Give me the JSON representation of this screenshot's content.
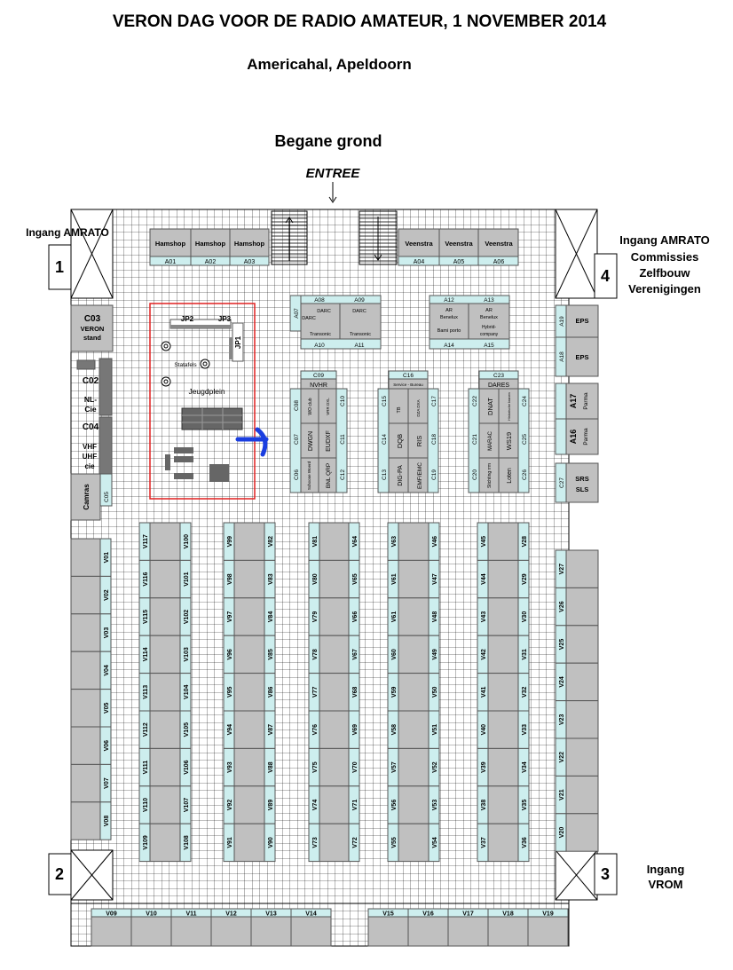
{
  "header": {
    "title": "VERON DAG VOOR DE RADIO AMATEUR, 1 NOVEMBER 2014",
    "subtitle": "Americahal, Apeldoorn",
    "floor": "Begane grond",
    "entree": "ENTREE"
  },
  "entrances": {
    "n1": "1",
    "n2": "2",
    "n3": "3",
    "n4": "4",
    "amrato_left": "Ingang AMRATO",
    "right_top": [
      "Ingang AMRATO",
      "Commissies",
      "Zelfbouw",
      "Verenigingen"
    ],
    "right_bottom": [
      "Ingang",
      "VROM"
    ]
  },
  "top_row": {
    "left": [
      "Hamshop",
      "Hamshop",
      "Hamshop"
    ],
    "left_codes": [
      "A01",
      "A02",
      "A03"
    ],
    "right": [
      "Veenstra",
      "Veenstra",
      "Veenstra"
    ],
    "right_codes": [
      "A04",
      "A05",
      "A06"
    ]
  },
  "a_blocks": {
    "a07": "A07",
    "a08": "A08",
    "a09": "A09",
    "a10": "A10",
    "a11": "A11",
    "darc1": "DARC",
    "darc2": "DARC",
    "darc3": "DARC",
    "transonic1": "Transonic",
    "transonic2": "Transonic",
    "a12": "A12",
    "a13": "A13",
    "a14": "A14",
    "a15": "A15",
    "ar1": "AR",
    "benelux1": "Benelux",
    "ar2": "AR",
    "benelux2": "Benelux",
    "bami": "Bami porto",
    "hybrid": "Hybrid-",
    "company": "company"
  },
  "left_side": {
    "c03": "C03",
    "veron": "VERON",
    "stand": "stand",
    "c02": "C02",
    "nl": "NL-",
    "cie": "Cie",
    "c04": "C04",
    "vhf": "VHF",
    "uhf": "UHF",
    "cie2": "cie",
    "camras": "Camras",
    "c05": "C05"
  },
  "jeugd": {
    "jp1": "JP1",
    "jp2": "JP2",
    "jp3": "JP3",
    "statafels": "Statafels",
    "jeugdplein": "Jeugdplein"
  },
  "c_blocks": {
    "c09": "C09",
    "nvhr": "NVHR",
    "c08": "C08",
    "c07": "C07",
    "c06": "C06",
    "c10": "C10",
    "c11": "C11",
    "c12": "C12",
    "wo": "WO club",
    "vrr": "VRR DXL",
    "dwgn": "DWGN",
    "eudxf": "EUDXF",
    "schoone": "Schoone Woerd",
    "bnl": "BNL QRP",
    "c16": "C16",
    "service": "Service - Bureau",
    "c15": "C15",
    "c14": "C14",
    "c13": "C13",
    "c17": "C17",
    "c18": "C18",
    "c19": "C19",
    "tb": "TB",
    "dza": "DZA DXA",
    "dqb": "DQB",
    "ris": "RIS",
    "digpa": "DIG-PA",
    "emf": "EMF/EMC",
    "c23": "C23",
    "dares": "DARES",
    "c22": "C22",
    "c21": "C21",
    "c20": "C20",
    "c24": "C24",
    "c25": "C25",
    "c26": "C26",
    "dnat": "DNAT",
    "historische": "Historische kranen",
    "marac": "MARAC",
    "ws19": "WS19",
    "stichting": "Stichting rrm",
    "loten": "Loten"
  },
  "right_side": {
    "a19": "A19",
    "eps1": "EPS",
    "a18": "A18",
    "eps2": "EPS",
    "a17": "A17",
    "parma1": "Parma",
    "a16": "A16",
    "parma2": "Parma",
    "c27": "C27",
    "srs": "SRS",
    "sls": "SLS"
  },
  "v_columns": [
    [
      "V01",
      "V02",
      "V03",
      "V04",
      "V05",
      "V06",
      "V07",
      "V08"
    ],
    [
      "V117",
      "V116",
      "V115",
      "V114",
      "V113",
      "V112",
      "V111",
      "V110",
      "V109"
    ],
    [
      "V100",
      "V101",
      "V102",
      "V103",
      "V104",
      "V105",
      "V106",
      "V107",
      "V108"
    ],
    [
      "V99",
      "V98",
      "V97",
      "V96",
      "V95",
      "V94",
      "V93",
      "V92",
      "V91"
    ],
    [
      "V82",
      "V83",
      "V84",
      "V85",
      "V86",
      "V87",
      "V88",
      "V89",
      "V90"
    ],
    [
      "V81",
      "V80",
      "V79",
      "V78",
      "V77",
      "V76",
      "V75",
      "V74",
      "V73"
    ],
    [
      "V64",
      "V65",
      "V66",
      "V67",
      "V68",
      "V69",
      "V70",
      "V71",
      "V72"
    ],
    [
      "V63",
      "V61",
      "V61",
      "V60",
      "V59",
      "V58",
      "V57",
      "V56",
      "V55"
    ],
    [
      "V46",
      "V47",
      "V48",
      "V49",
      "V50",
      "V51",
      "V52",
      "V53",
      "V54"
    ],
    [
      "V45",
      "V44",
      "V43",
      "V42",
      "V41",
      "V40",
      "V39",
      "V38",
      "V37"
    ],
    [
      "V28",
      "V29",
      "V30",
      "V31",
      "V32",
      "V33",
      "V34",
      "V35",
      "V36"
    ],
    [
      "V27",
      "V26",
      "V25",
      "V24",
      "V23",
      "V22",
      "V21",
      "V20"
    ]
  ],
  "bottom_row": {
    "left": [
      "V09",
      "V10",
      "V11",
      "V12",
      "V13",
      "V14"
    ],
    "right": [
      "V15",
      "V16",
      "V17",
      "V18",
      "V19"
    ]
  }
}
